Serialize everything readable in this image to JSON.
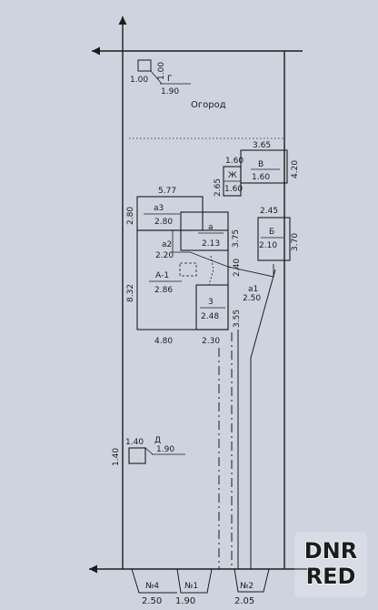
{
  "colors": {
    "paper": "#cdd4e0",
    "ink": "#1c1c1c",
    "muted": "#50555c",
    "watermark_fill": "#e25a4a",
    "watermark_stroke": "#ffffff"
  },
  "labels": {
    "garden": "Огород",
    "sq_h": "1.00",
    "sq_w": "1.00",
    "g_letter": "Г",
    "g_val": "1.90",
    "d_w": "1.40",
    "d_letter": "Д",
    "d_val": "1.90",
    "d_h": "1.40",
    "b_top": "3.65",
    "b_letter": "В",
    "b_val": "1.60",
    "b_side": "4.20",
    "zh_w": "1.60",
    "zh_letter": "Ж",
    "zh_val": "1.60",
    "zh_h": "2.65",
    "a3_top": "5.77",
    "a3_letter": "а3",
    "a3_val": "2.80",
    "a3_h": "2.80",
    "a_letter": "а",
    "a_val": "2.13",
    "a_h": "3.75",
    "bb_top": "2.45",
    "bb_letter": "Б",
    "bb_val": "2.10",
    "bb_h": "3.70",
    "a2_letter": "а2",
    "a2_val": "2.20",
    "a1_letter": "А-1",
    "a1_val": "2.86",
    "a1_h": "8.32",
    "mid_240": "2.40",
    "a1b_letter": "а1",
    "a1b_val": "2.50",
    "z_letter": "3",
    "z_val": "2.48",
    "z_h": "3.55",
    "bottom_480": "4.80",
    "bottom_230": "2.30",
    "gate4": "№4",
    "gate4_w": "2.50",
    "gate1": "№1",
    "gate1_w": "1.90",
    "gate2": "№2",
    "gate2_w": "2.05"
  },
  "watermark": {
    "line1": "DNR",
    "line2": "RED"
  }
}
